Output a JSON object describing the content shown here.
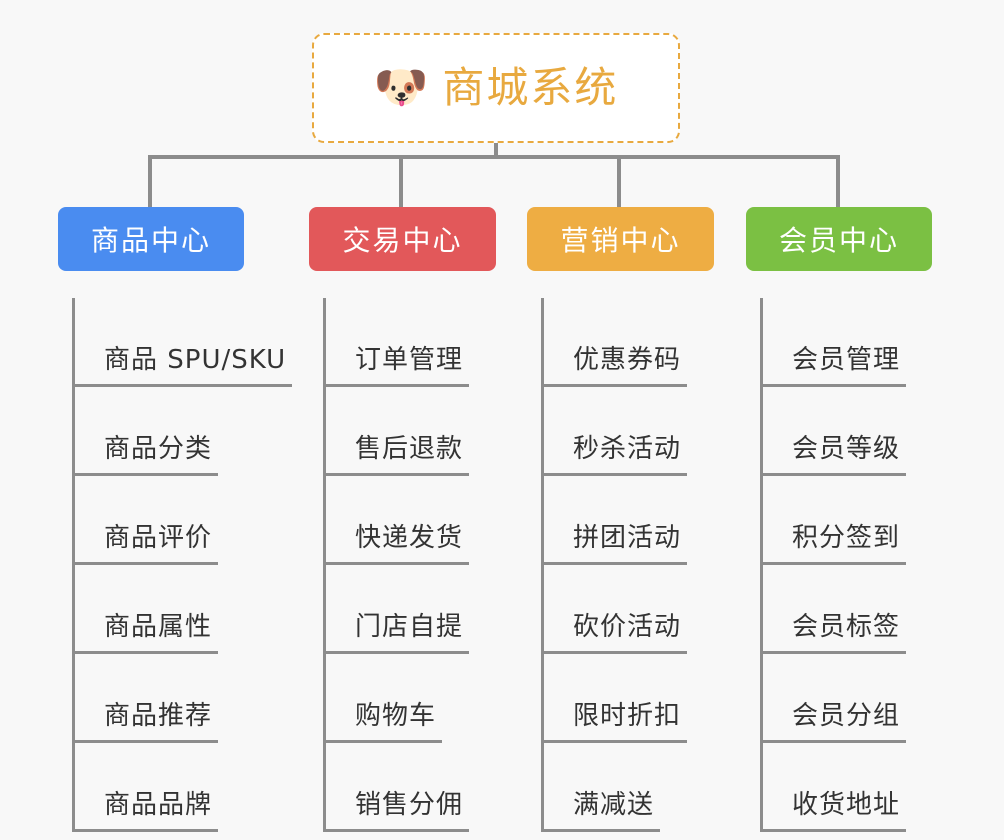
{
  "background_color": "#f8f8f8",
  "root": {
    "icon": "dog-face-icon",
    "emoji": "🐶",
    "title": "商城系统",
    "title_color": "#e8a93f",
    "border_color": "#e8a93f",
    "border_style": "dashed"
  },
  "categories": [
    {
      "label": "商品中心",
      "color": "#4a8cf0",
      "items": [
        "商品 SPU/SKU",
        "商品分类",
        "商品评价",
        "商品属性",
        "商品推荐",
        "商品品牌"
      ]
    },
    {
      "label": "交易中心",
      "color": "#e2585a",
      "items": [
        "订单管理",
        "售后退款",
        "快递发货",
        "门店自提",
        "购物车",
        "销售分佣"
      ]
    },
    {
      "label": "营销中心",
      "color": "#eead43",
      "items": [
        "优惠券码",
        "秒杀活动",
        "拼团活动",
        "砍价活动",
        "限时折扣",
        "满减送"
      ]
    },
    {
      "label": "会员中心",
      "color": "#7bc043",
      "items": [
        "会员管理",
        "会员等级",
        "积分签到",
        "会员标签",
        "会员分组",
        "收货地址"
      ]
    }
  ],
  "connector_color": "#8c8c8c",
  "leaf_text_color": "#333333"
}
